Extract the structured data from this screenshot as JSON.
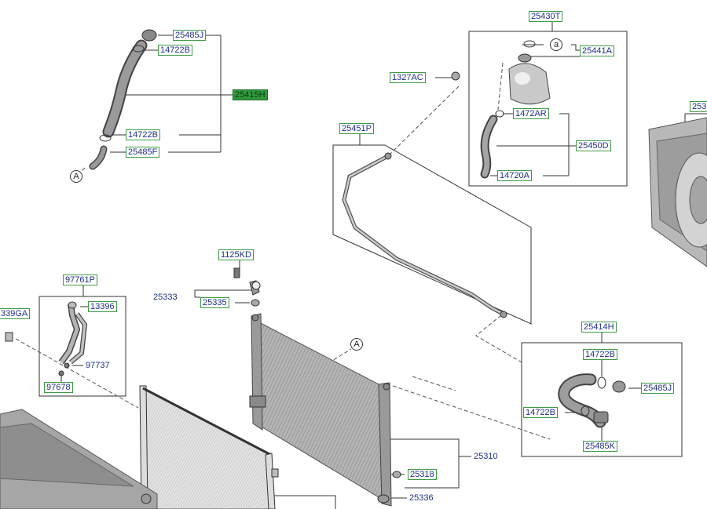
{
  "labels": {
    "l25485J_top": "25485J",
    "l14722B_top": "14722B",
    "l25415H": "25415H",
    "l14722B_mid": "14722B",
    "l25485F": "25485F",
    "l25430T": "25430T",
    "l25441A": "25441A",
    "l1327AC": "1327AC",
    "l1472AR": "1472AR",
    "l25451P": "25451P",
    "l25450D": "25450D",
    "l14720A": "14720A",
    "l2530_cut": "253",
    "l1125KD": "1125KD",
    "l97761P": "97761P",
    "l13396": "13396",
    "l339GA_cut": "339GA",
    "l97737": "97737",
    "l97678": "97678",
    "l25333": "25333",
    "l25335": "25335",
    "l25414H": "25414H",
    "l14722B_r1": "14722B",
    "l25485J_r": "25485J",
    "l14722B_r2": "14722B",
    "l25485K": "25485K",
    "l25310": "25310",
    "l25318": "25318",
    "l25336": "25336"
  },
  "callouts": {
    "c_a_left": "A",
    "c_a_res": "a",
    "c_a_mid": "A"
  }
}
